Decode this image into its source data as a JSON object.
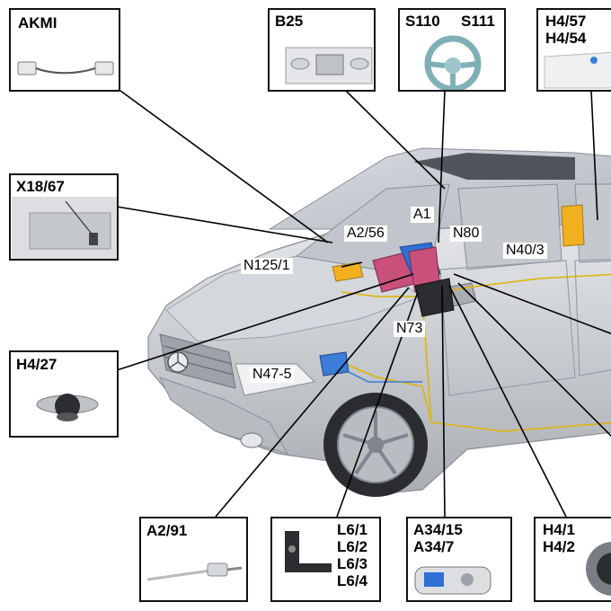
{
  "boxes": {
    "akmi": "AKMI",
    "b25": "B25",
    "s110": "S110",
    "s111": "S111",
    "h4_57_54": "H4/57\nH4/54",
    "x18_67": "X18/67",
    "h4_27": "H4/27",
    "a2_91": "A2/91",
    "l6": "L6/1\nL6/2\nL6/3\nL6/4",
    "a34": "A34/15\nA34/7",
    "h4_1_2": "H4/1\nH4/2"
  },
  "callouts": {
    "a1": "A1",
    "a2_56": "A2/56",
    "n80": "N80",
    "n40_3": "N40/3",
    "n125_1": "N125/1",
    "n73": "N73",
    "n47_5": "N47-5"
  },
  "colors": {
    "border": "#111111",
    "car_body": "#c9ccd0",
    "module_pink": "#c8507a",
    "module_blue": "#2f6fd6",
    "module_yellow": "#f0b020"
  }
}
